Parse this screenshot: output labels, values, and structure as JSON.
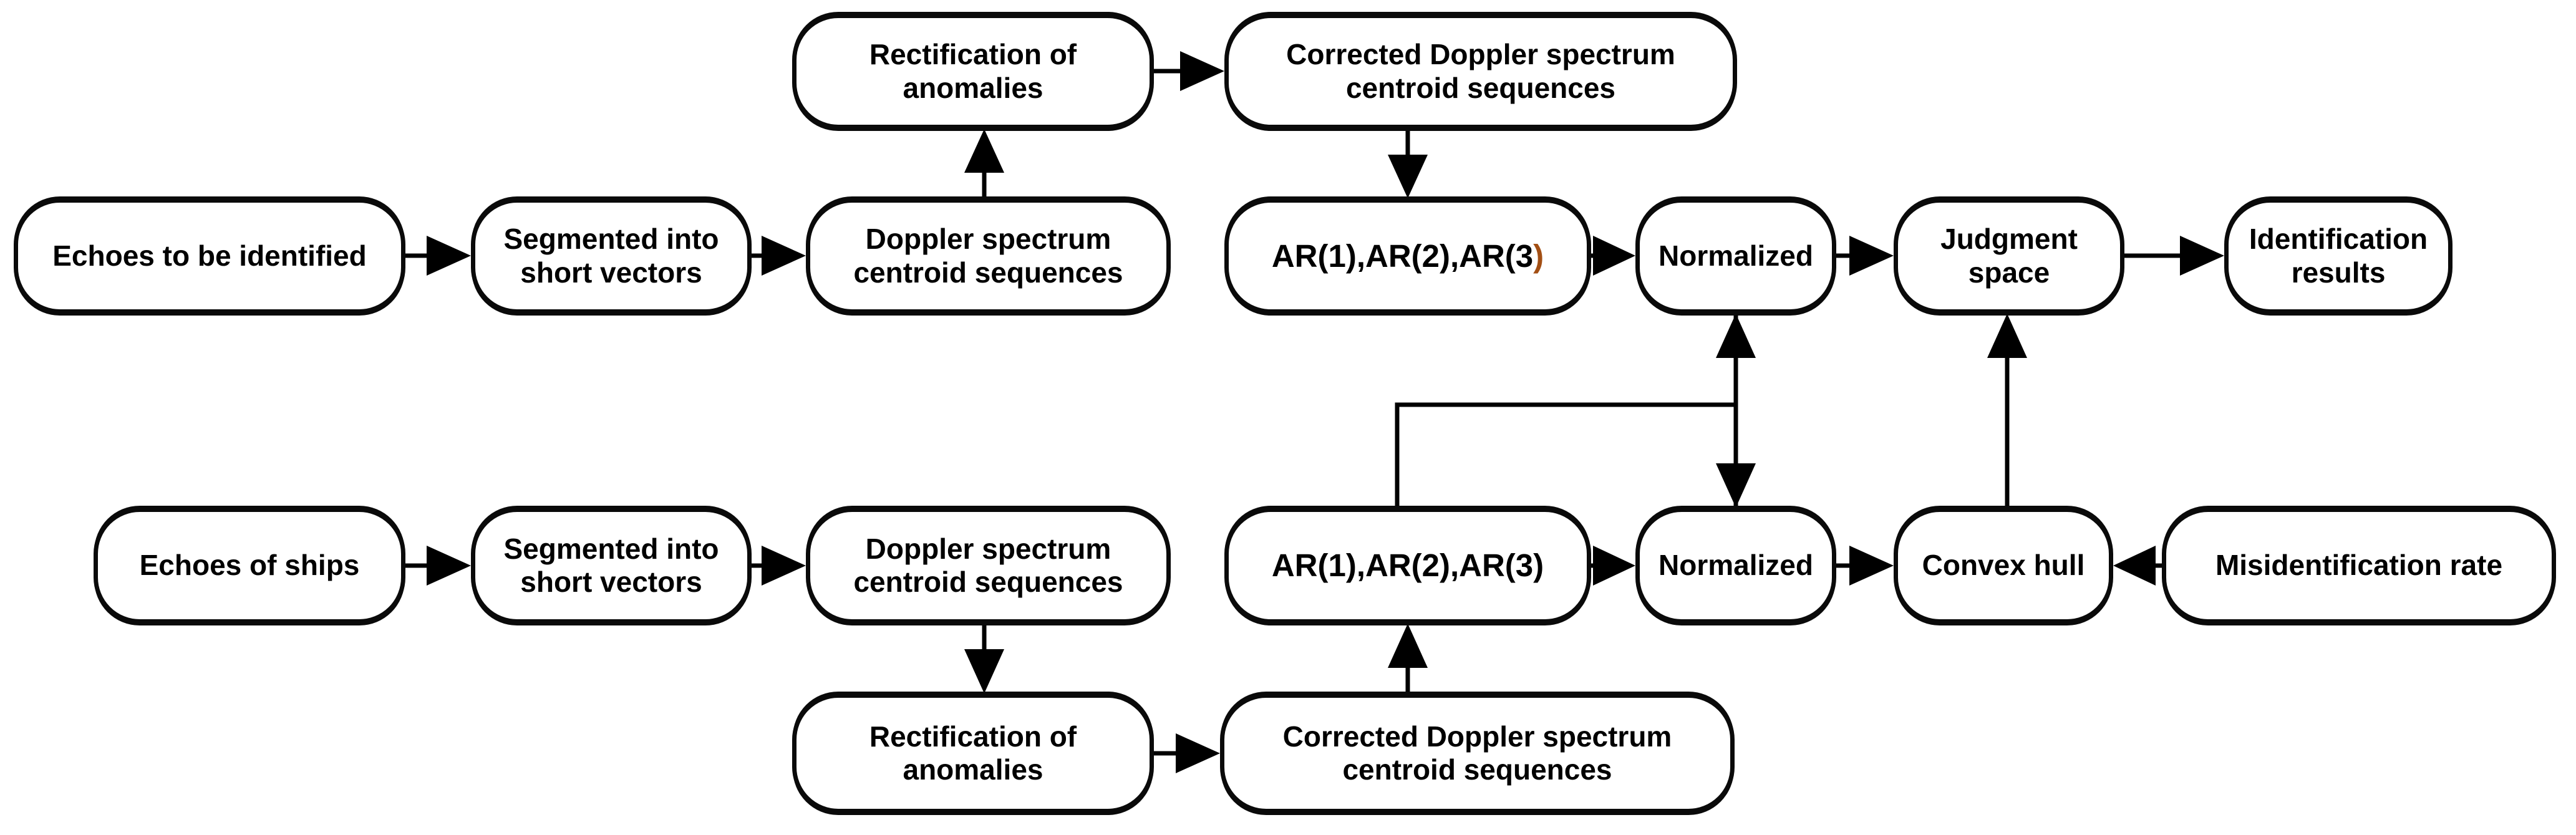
{
  "figure": {
    "description": "Flowchart of ship echo identification using Doppler spectrum centroid sequences and AR coefficients",
    "background_color": "#ffffff",
    "line_color": "#000000",
    "text_color": "#000000",
    "accent_color": "#a34f14",
    "nodes": [
      {
        "id": "echoes-to-be-identified",
        "label": "Echoes to be identified"
      },
      {
        "id": "segmented-short-vectors-top",
        "label": "Segmented into\nshort vectors"
      },
      {
        "id": "doppler-centroid-top",
        "label": "Doppler spectrum\ncentroid sequences"
      },
      {
        "id": "rectification-anomalies-top",
        "label": "Rectification of\nanomalies"
      },
      {
        "id": "corrected-doppler-top",
        "label": "Corrected Doppler spectrum\ncentroid sequences"
      },
      {
        "id": "ar-coefficients-top",
        "label": "AR(1),AR(2),AR(3",
        "accent": ")"
      },
      {
        "id": "normalized-top",
        "label": "Normalized"
      },
      {
        "id": "judgment-space",
        "label": "Judgment\nspace"
      },
      {
        "id": "identification-results",
        "label": "Identification\nresults"
      },
      {
        "id": "echoes-of-ships",
        "label": "Echoes of ships"
      },
      {
        "id": "segmented-short-vectors-bottom",
        "label": "Segmented into\nshort vectors"
      },
      {
        "id": "doppler-centroid-bottom",
        "label": "Doppler spectrum\ncentroid sequences"
      },
      {
        "id": "ar-coefficients-bottom",
        "label": "AR(1),AR(2),AR(3)"
      },
      {
        "id": "normalized-bottom",
        "label": "Normalized"
      },
      {
        "id": "convex-hull",
        "label": "Convex hull"
      },
      {
        "id": "misidentification-rate",
        "label": "Misidentification rate"
      },
      {
        "id": "rectification-anomalies-bottom",
        "label": "Rectification of\nanomalies"
      },
      {
        "id": "corrected-doppler-bottom",
        "label": "Corrected Doppler spectrum\ncentroid sequences"
      }
    ],
    "edges": [
      {
        "from": "echoes-to-be-identified",
        "to": "segmented-short-vectors-top",
        "type": "arrow"
      },
      {
        "from": "segmented-short-vectors-top",
        "to": "doppler-centroid-top",
        "type": "arrow"
      },
      {
        "from": "doppler-centroid-top",
        "to": "rectification-anomalies-top",
        "type": "arrow"
      },
      {
        "from": "rectification-anomalies-top",
        "to": "corrected-doppler-top",
        "type": "arrow"
      },
      {
        "from": "corrected-doppler-top",
        "to": "ar-coefficients-top",
        "type": "arrow"
      },
      {
        "from": "ar-coefficients-top",
        "to": "normalized-top",
        "type": "arrow"
      },
      {
        "from": "normalized-top",
        "to": "judgment-space",
        "type": "arrow"
      },
      {
        "from": "judgment-space",
        "to": "identification-results",
        "type": "arrow"
      },
      {
        "from": "normalized-top",
        "to": "normalized-bottom",
        "type": "double-arrow"
      },
      {
        "from": "ar-coefficients-bottom",
        "to": "normalized-top",
        "type": "elbow-line"
      },
      {
        "from": "echoes-of-ships",
        "to": "segmented-short-vectors-bottom",
        "type": "arrow"
      },
      {
        "from": "segmented-short-vectors-bottom",
        "to": "doppler-centroid-bottom",
        "type": "arrow"
      },
      {
        "from": "doppler-centroid-bottom",
        "to": "rectification-anomalies-bottom",
        "type": "arrow"
      },
      {
        "from": "rectification-anomalies-bottom",
        "to": "corrected-doppler-bottom",
        "type": "arrow"
      },
      {
        "from": "corrected-doppler-bottom",
        "to": "ar-coefficients-bottom",
        "type": "arrow"
      },
      {
        "from": "ar-coefficients-bottom",
        "to": "normalized-bottom",
        "type": "arrow"
      },
      {
        "from": "normalized-bottom",
        "to": "convex-hull",
        "type": "arrow"
      },
      {
        "from": "misidentification-rate",
        "to": "convex-hull",
        "type": "arrow"
      },
      {
        "from": "convex-hull",
        "to": "judgment-space",
        "type": "arrow"
      }
    ]
  }
}
